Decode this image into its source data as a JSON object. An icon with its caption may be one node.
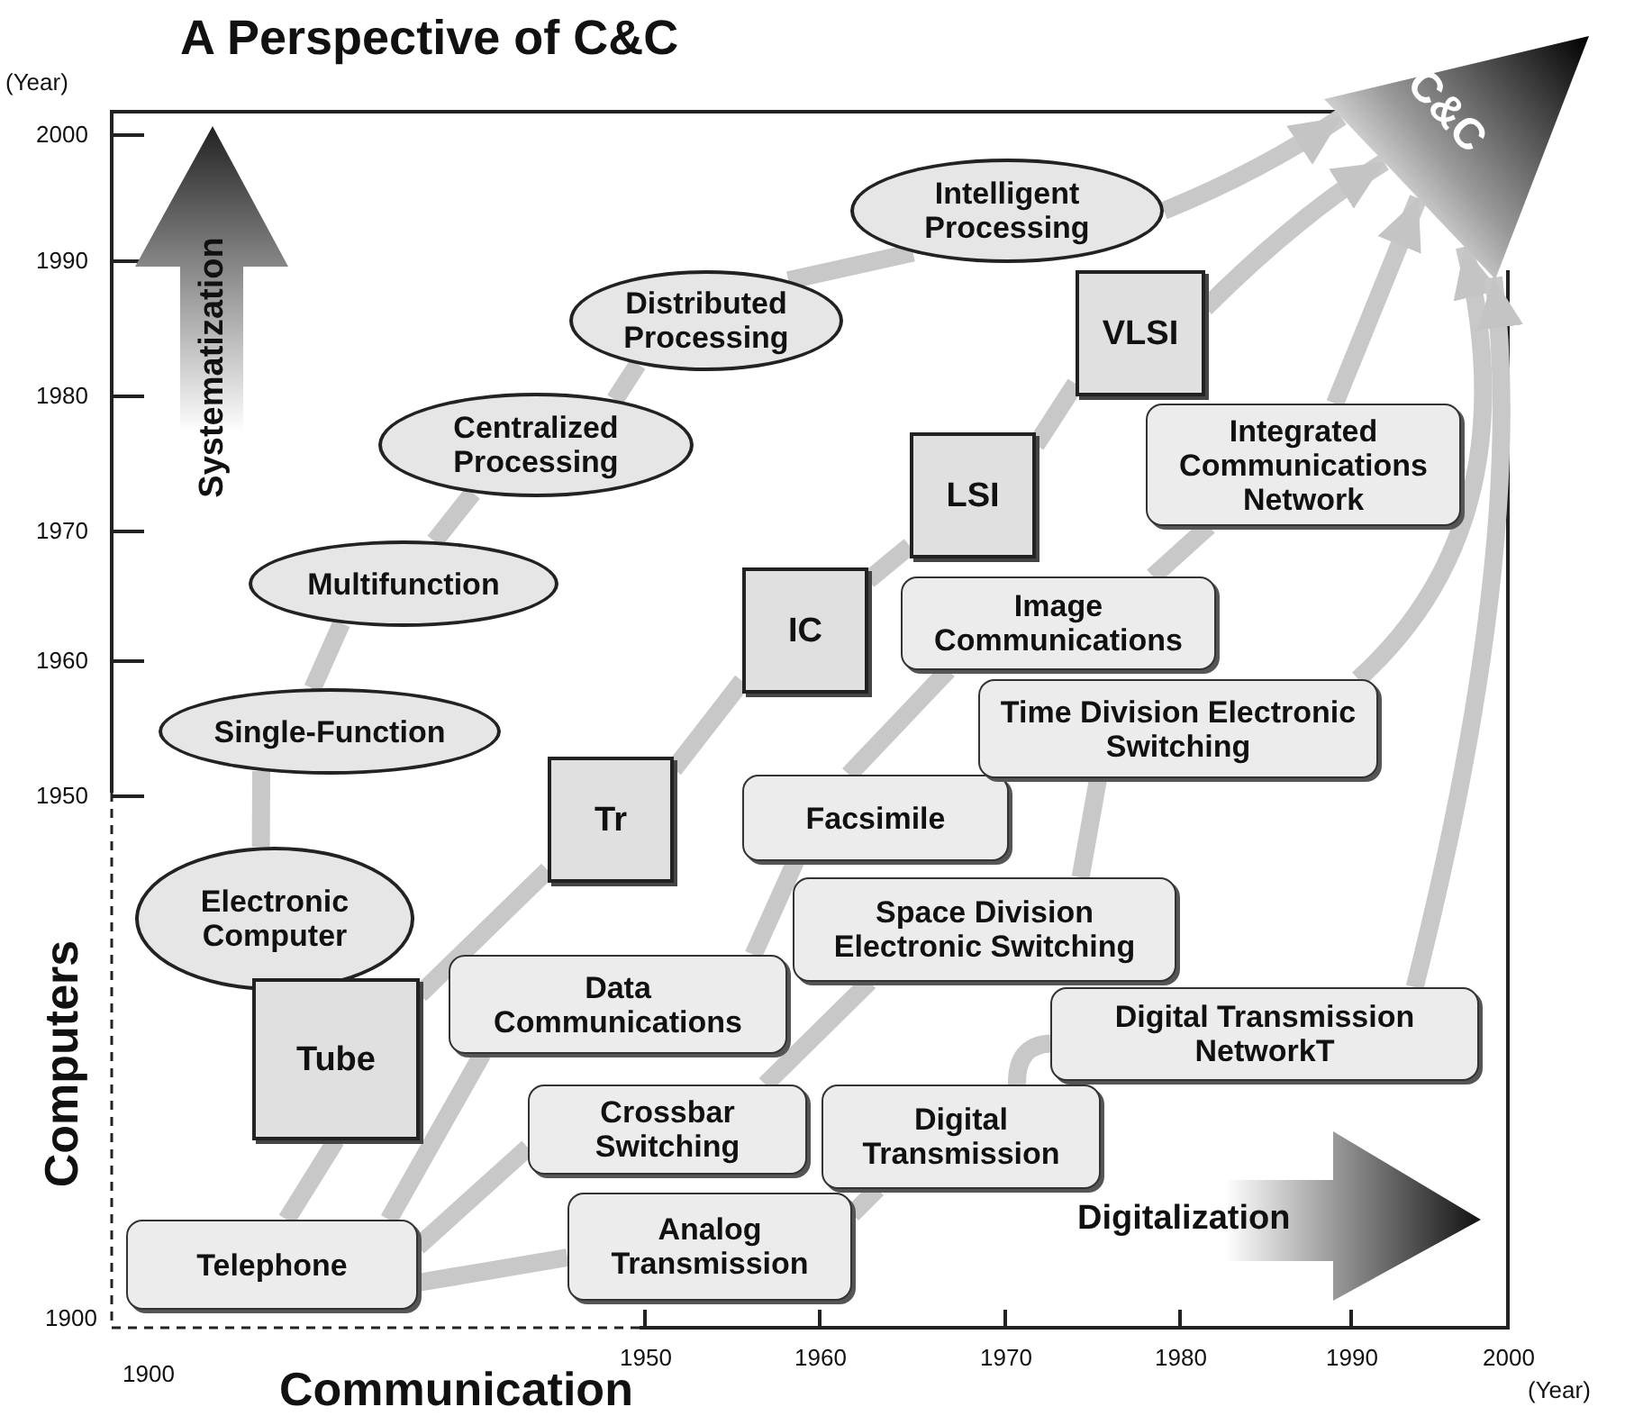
{
  "diagram": {
    "title": "A Perspective of C&C",
    "nodes": [
      {
        "text": [
          "Electronic Computer"
        ]
      },
      {
        "text": [
          "Single-Function"
        ]
      },
      {
        "text": [
          "Multifunction"
        ]
      },
      {
        "text": [
          "Centralized Processing"
        ]
      },
      {
        "text": [
          "Distributed Processing"
        ]
      },
      {
        "text": [
          "Intelligent Processing"
        ]
      },
      {
        "text": [
          "Tube"
        ]
      },
      {
        "text": [
          "Tr"
        ]
      },
      {
        "text": [
          "IC"
        ]
      },
      {
        "text": [
          "LSI"
        ]
      },
      {
        "text": [
          "VLSI"
        ]
      },
      {
        "text": [
          "Telephone"
        ]
      },
      {
        "text": [
          "Data Communications"
        ]
      },
      {
        "text": [
          "Facsimile"
        ]
      },
      {
        "text": [
          "Image Communications"
        ]
      },
      {
        "text": [
          "Integrated Communications Network"
        ]
      },
      {
        "text": [
          "Crossbar Switching"
        ]
      },
      {
        "text": [
          "Space Division Electronic Switching"
        ]
      },
      {
        "text": [
          "Time Division Electronic Switching"
        ]
      },
      {
        "text": [
          "Analog Transmission"
        ]
      },
      {
        "text": [
          "Digital Transmission"
        ]
      },
      {
        "text": [
          "Digital Transmission NetworkT"
        ]
      },
      {
        "text": [
          "C&C"
        ]
      }
    ],
    "edges": [
      {
        "from": 0,
        "to": 1,
        "arrow": "none"
      },
      {
        "from": 1,
        "to": 2,
        "arrow": "none"
      },
      {
        "from": 2,
        "to": 3,
        "arrow": "none"
      },
      {
        "from": 3,
        "to": 4,
        "arrow": "none"
      },
      {
        "from": 4,
        "to": 5,
        "arrow": "none"
      },
      {
        "from": 5,
        "to": 22,
        "arrow": "to"
      },
      {
        "from": 11,
        "to": 6,
        "arrow": "none"
      },
      {
        "from": 6,
        "to": 7,
        "arrow": "none"
      },
      {
        "from": 7,
        "to": 8,
        "arrow": "none"
      },
      {
        "from": 8,
        "to": 9,
        "arrow": "none"
      },
      {
        "from": 9,
        "to": 10,
        "arrow": "none"
      },
      {
        "from": 10,
        "to": 22,
        "arrow": "to"
      },
      {
        "from": 11,
        "to": 12,
        "arrow": "none"
      },
      {
        "from": 12,
        "to": 13,
        "arrow": "none"
      },
      {
        "from": 13,
        "to": 14,
        "arrow": "none"
      },
      {
        "from": 14,
        "to": 15,
        "arrow": "none"
      },
      {
        "from": 15,
        "to": 22,
        "arrow": "to"
      },
      {
        "from": 11,
        "to": 16,
        "arrow": "none"
      },
      {
        "from": 16,
        "to": 17,
        "arrow": "none"
      },
      {
        "from": 17,
        "to": 18,
        "arrow": "none"
      },
      {
        "from": 18,
        "to": 22,
        "arrow": "to"
      },
      {
        "from": 11,
        "to": 19,
        "arrow": "none"
      },
      {
        "from": 19,
        "to": 20,
        "arrow": "none"
      },
      {
        "from": 20,
        "to": 21,
        "arrow": "none"
      },
      {
        "from": 21,
        "to": 22,
        "arrow": "to"
      }
    ],
    "labels": [
      "(Year)",
      "2000",
      "1990",
      "1980",
      "1970",
      "1960",
      "1950",
      "Systematization",
      "Computers",
      "1900",
      "1900",
      "1950",
      "1960",
      "1970",
      "1980",
      "1990",
      "2000",
      "(Year)",
      "Communication",
      "Digitalization"
    ]
  }
}
